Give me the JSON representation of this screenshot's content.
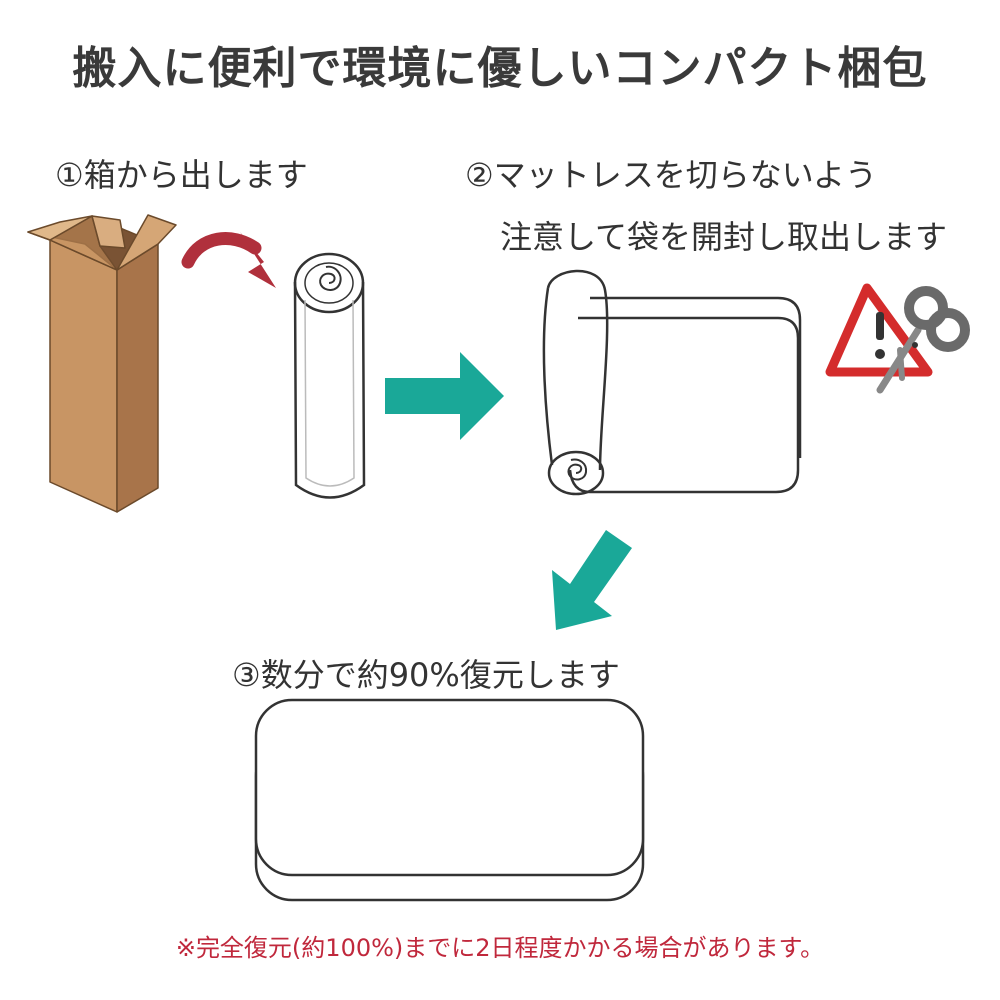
{
  "title": "搬入に便利で環境に優しいコンパクト梱包",
  "steps": [
    {
      "text": "①箱から出します"
    },
    {
      "line1": "②マットレスを切らないよう",
      "line2": "注意して袋を開封し取出します"
    },
    {
      "text": "③数分で約90%復元します"
    }
  ],
  "note": "※完全復元(約100%)までに2日程度かかる場合があります。",
  "colors": {
    "box": "#c89564",
    "box_dark": "#a8744a",
    "curved_arrow": "#b0303c",
    "flow_arrow": "#1aa898",
    "warning": "#d42c2c",
    "note_text": "#c0283c",
    "outline": "#333333"
  },
  "icons": [
    "cardboard-box-icon",
    "curved-arrow-icon",
    "rolled-mattress-icon",
    "right-arrow-icon",
    "unrolling-mattress-icon",
    "warning-triangle-icon",
    "scissors-icon",
    "down-left-arrow-icon",
    "mattress-icon"
  ]
}
